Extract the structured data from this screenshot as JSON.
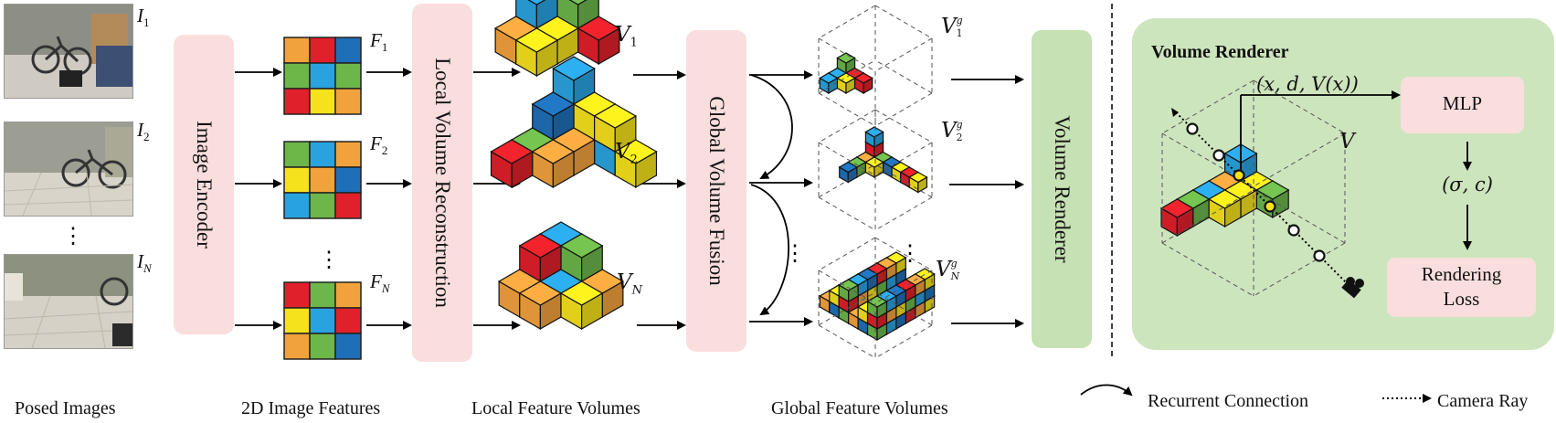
{
  "columns": {
    "posed_images": "Posed Images",
    "image_features": "2D Image Features",
    "local_volumes": "Local Feature Volumes",
    "global_volumes": "Global Feature Volumes"
  },
  "modules": {
    "image_encoder": "Image Encoder",
    "local_reconstruction": "Local Volume Reconstruction",
    "global_fusion": "Global Volume Fusion",
    "volume_renderer": "Volume Renderer"
  },
  "images": [
    {
      "label_base": "I",
      "label_sub": "1"
    },
    {
      "label_base": "I",
      "label_sub": "2"
    },
    {
      "label_base": "I",
      "label_sub": "N"
    }
  ],
  "features": [
    {
      "label_base": "F",
      "label_sub": "1",
      "grid": [
        [
          "#f2a23c",
          "#e0202a",
          "#1f6fb8"
        ],
        [
          "#6cb64a",
          "#29a3df",
          "#6cb64a"
        ],
        [
          "#e0202a",
          "#f5e11c",
          "#f2a23c"
        ]
      ]
    },
    {
      "label_base": "F",
      "label_sub": "2",
      "grid": [
        [
          "#6cb64a",
          "#29a3df",
          "#f2a23c"
        ],
        [
          "#f5e11c",
          "#f2a23c",
          "#1f6fb8"
        ],
        [
          "#29a3df",
          "#6cb64a",
          "#e0202a"
        ]
      ]
    },
    {
      "label_base": "F",
      "label_sub": "N",
      "grid": [
        [
          "#e0202a",
          "#6cb64a",
          "#f2a23c"
        ],
        [
          "#f5e11c",
          "#29a3df",
          "#e0202a"
        ],
        [
          "#f2a23c",
          "#6cb64a",
          "#1f6fb8"
        ]
      ]
    }
  ],
  "local_volumes": [
    {
      "label_base": "V",
      "label_sub": "1"
    },
    {
      "label_base": "V",
      "label_sub": "2"
    },
    {
      "label_base": "V",
      "label_sub": "N"
    }
  ],
  "global_volumes": [
    {
      "label_base": "V",
      "label_sub": "1",
      "label_sup": "g"
    },
    {
      "label_base": "V",
      "label_sub": "2",
      "label_sup": "g"
    },
    {
      "label_base": "V",
      "label_sub": "N",
      "label_sup": "g"
    }
  ],
  "renderer_panel": {
    "title": "Volume Renderer",
    "ray_input": "(x, d, V(x))",
    "mlp": "MLP",
    "output": "(σ, c)",
    "loss_line1": "Rendering",
    "loss_line2": "Loss",
    "volume_label": "V"
  },
  "ellipsis": "⋮",
  "legend": {
    "recurrent": "Recurrent Connection",
    "camera_ray": "Camera Ray"
  },
  "colors": {
    "pink_box": "#f9dedd",
    "green_box": "#c6e1b3",
    "green_panel": "#cde5bd",
    "cube_red": "#e0202a",
    "cube_blue_dark": "#1f6fb8",
    "cube_blue_light": "#29a3df",
    "cube_green": "#6cb64a",
    "cube_yellow": "#f5e11c",
    "cube_orange": "#f2a23c"
  }
}
